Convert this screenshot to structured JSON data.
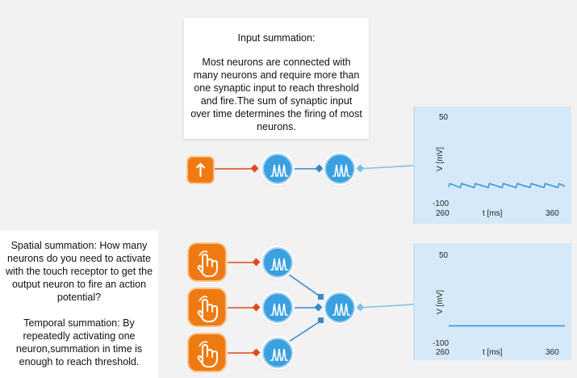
{
  "input_summation": {
    "title": "Input summation:",
    "body": "Most neurons are connected with many neurons and require more than one synaptic input to reach threshold and fire.The sum of synaptic input over time determines the firing of most neurons."
  },
  "left_panel": {
    "spatial": "Spatial summation: How many neurons do you need to activate with the touch receptor to get the output neuron to fire an action potential?",
    "temporal": "Temporal summation: By repeatedly activating one neuron,summation in time is enough to reach threshold."
  },
  "plot1": {
    "y_max": "50",
    "y_min": "-100",
    "ylabel": "V [mV]",
    "x_start": "260",
    "x_end": "360",
    "xlabel": "t [ms]"
  },
  "plot2": {
    "y_max": "50",
    "y_min": "-100",
    "ylabel": "V [mV]",
    "x_start": "260",
    "x_end": "360",
    "xlabel": "t [ms]"
  },
  "colors": {
    "orange": "#f07a12",
    "neuron_blue": "#3aa0e0",
    "trace_blue": "#3a9ad9",
    "wire_blue": "#5aaee6",
    "wire_red": "#e04a1a",
    "plot_bg": "#d6e9f8"
  },
  "icons": {
    "stimulus": "up-arrow-icon",
    "touch_receptor": "touch-hand-icon",
    "neuron": "spike-train-icon"
  },
  "chart_data": [
    {
      "type": "line",
      "xlabel": "t [ms]",
      "ylabel": "V [mV]",
      "xlim": [
        260,
        360
      ],
      "ylim": [
        -100,
        50
      ],
      "series": [
        {
          "x": [
            260,
            261,
            270,
            271,
            282,
            283,
            294,
            295,
            306,
            307,
            318,
            319,
            330,
            331,
            342,
            343,
            354,
            355,
            360
          ],
          "y": [
            -71,
            -65,
            -72,
            -65,
            -72,
            -65,
            -72,
            -65,
            -72,
            -65,
            -72,
            -65,
            -72,
            -65,
            -72,
            -65,
            -72,
            -65,
            -70
          ]
        }
      ]
    },
    {
      "type": "line",
      "xlabel": "t [ms]",
      "ylabel": "V [mV]",
      "xlim": [
        260,
        360
      ],
      "ylim": [
        -100,
        50
      ],
      "series": [
        {
          "x": [
            260,
            360
          ],
          "y": [
            -70,
            -70
          ]
        }
      ]
    }
  ]
}
